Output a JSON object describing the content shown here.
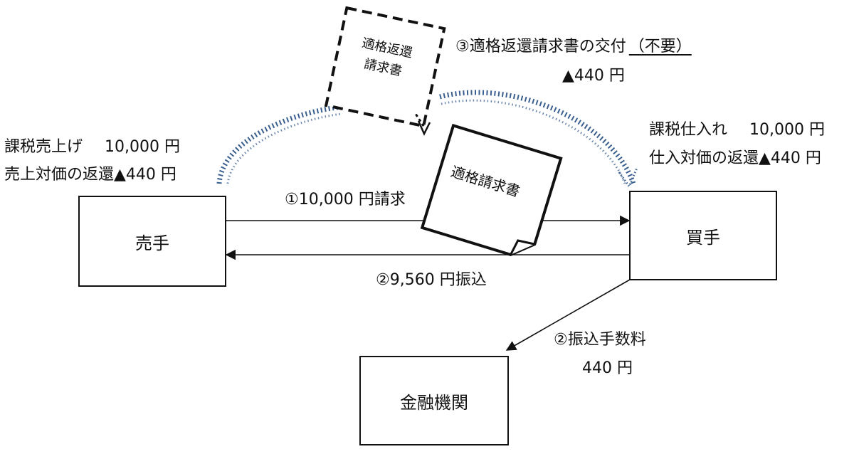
{
  "nodes": {
    "seller": "売手",
    "buyer": "買手",
    "bank": "金融機関"
  },
  "seller_labels": {
    "line1_name": "課税売上げ",
    "line1_amount": "10,000 円",
    "line2": "売上対価の返還▲440 円"
  },
  "buyer_labels": {
    "line1_name": "課税仕入れ",
    "line1_amount": "10,000 円",
    "line2": "仕入対価の返還▲440 円"
  },
  "flows": {
    "invoice_request": "①10,000 円請求",
    "payment": "②9,560 円振込",
    "fee_line1": "②振込手数料",
    "fee_line2": "440 円",
    "return_invoice_line1": "③適格返還請求書の交付",
    "return_invoice_note": "（不要）",
    "return_invoice_line2": "▲440 円"
  },
  "documents": {
    "qualified_invoice": "適格請求書",
    "return_invoice_line1": "適格返還",
    "return_invoice_line2": "請求書"
  },
  "colors": {
    "dotted_arc": "#3a5f8f",
    "line": "#111111"
  }
}
